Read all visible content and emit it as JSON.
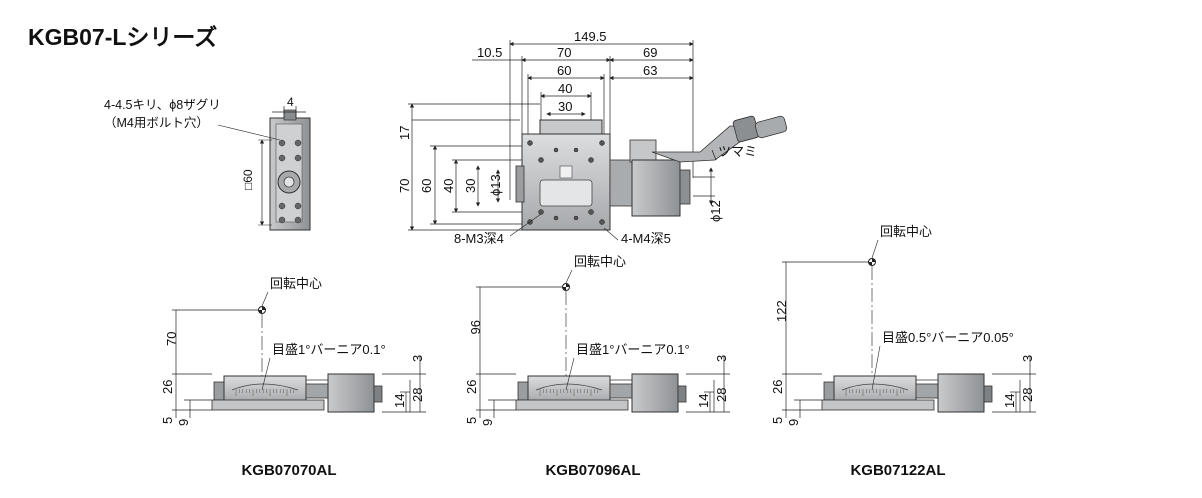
{
  "title": "KGB07-Lシリーズ",
  "top_view": {
    "dims_horizontal": [
      "149.5",
      "10.5",
      "70",
      "69",
      "60",
      "63",
      "40",
      "30"
    ],
    "dims_vertical": [
      "17",
      "70",
      "60",
      "40",
      "30"
    ],
    "dia_13": "ϕ13",
    "dia_12": "ϕ12",
    "knob_label": "ツマミ",
    "tap_label_left": "8-M3深4",
    "tap_label_right": "4-M4深5"
  },
  "side_view": {
    "hole_note_line1": "4-4.5キリ、ϕ8ザグリ",
    "hole_note_line2": "（M4用ボルト穴）",
    "dim_4": "4",
    "dim_square_60": "□60"
  },
  "models": [
    {
      "name": "KGB07070AL",
      "center_label": "回転中心",
      "height": "70",
      "scale_label": "目盛1°バーニア0.1°",
      "dims": {
        "d26": "26",
        "d5": "5",
        "d9": "9",
        "d3": "3",
        "d14": "14",
        "d28": "28"
      }
    },
    {
      "name": "KGB07096AL",
      "center_label": "回転中心",
      "height": "96",
      "scale_label": "目盛1°バーニア0.1°",
      "dims": {
        "d26": "26",
        "d5": "5",
        "d9": "9",
        "d3": "3",
        "d14": "14",
        "d28": "28"
      }
    },
    {
      "name": "KGB07122AL",
      "center_label": "回転中心",
      "height": "122",
      "scale_label": "目盛0.5°バーニア0.05°",
      "dims": {
        "d26": "26",
        "d5": "5",
        "d9": "9",
        "d3": "3",
        "d14": "14",
        "d28": "28"
      }
    }
  ],
  "colors": {
    "line": "#222222",
    "body": "#b9bbbd",
    "body_dark": "#8e9194",
    "body_light": "#d9dadb",
    "scale": "#555555"
  }
}
